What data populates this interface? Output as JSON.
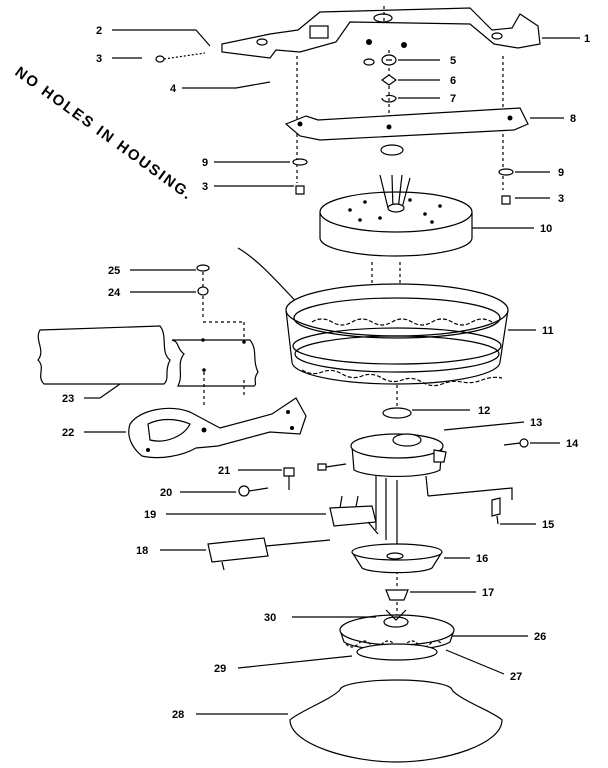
{
  "note": "NO HOLES IN HOUSING.",
  "callouts": [
    {
      "id": "1",
      "label": "1"
    },
    {
      "id": "2",
      "label": "2"
    },
    {
      "id": "3a",
      "label": "3"
    },
    {
      "id": "4",
      "label": "4"
    },
    {
      "id": "5",
      "label": "5"
    },
    {
      "id": "6",
      "label": "6"
    },
    {
      "id": "7",
      "label": "7"
    },
    {
      "id": "8",
      "label": "8"
    },
    {
      "id": "9a",
      "label": "9"
    },
    {
      "id": "3b",
      "label": "3"
    },
    {
      "id": "9b",
      "label": "9"
    },
    {
      "id": "3c",
      "label": "3"
    },
    {
      "id": "10",
      "label": "10"
    },
    {
      "id": "25",
      "label": "25"
    },
    {
      "id": "24",
      "label": "24"
    },
    {
      "id": "11",
      "label": "11"
    },
    {
      "id": "23",
      "label": "23"
    },
    {
      "id": "22",
      "label": "22"
    },
    {
      "id": "12",
      "label": "12"
    },
    {
      "id": "13",
      "label": "13"
    },
    {
      "id": "14",
      "label": "14"
    },
    {
      "id": "21",
      "label": "21"
    },
    {
      "id": "20",
      "label": "20"
    },
    {
      "id": "19",
      "label": "19"
    },
    {
      "id": "15",
      "label": "15"
    },
    {
      "id": "18",
      "label": "18"
    },
    {
      "id": "16",
      "label": "16"
    },
    {
      "id": "17",
      "label": "17"
    },
    {
      "id": "30",
      "label": "30"
    },
    {
      "id": "26",
      "label": "26"
    },
    {
      "id": "29",
      "label": "29"
    },
    {
      "id": "27",
      "label": "27"
    },
    {
      "id": "28",
      "label": "28"
    }
  ]
}
